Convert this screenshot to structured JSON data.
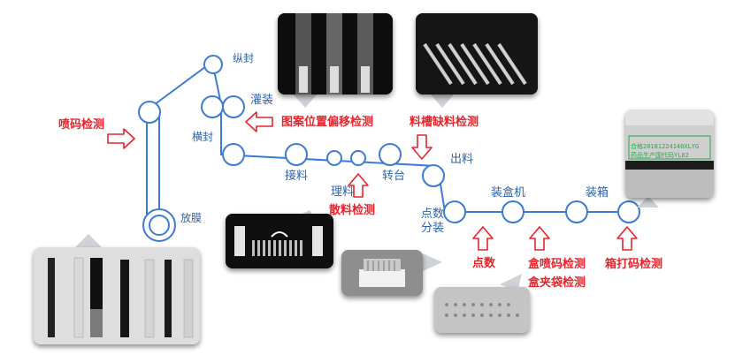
{
  "colors": {
    "line": "#3d7bd4",
    "inspection_text": "#e8232a",
    "station_text": "#2c62a8",
    "arrow_fill": "#ffffff",
    "arrow_stroke": "#e8232a"
  },
  "stations": {
    "zongfeng": "纵封",
    "guanzhuang": "灌装",
    "hengfeng": "横封",
    "fangmo": "放膜",
    "jieliao": "接料",
    "liliao": "理料",
    "zhuantai": "转台",
    "chuliao": "出料",
    "dianshu_fenzhuang_1": "点数",
    "dianshu_fenzhuang_2": "分装",
    "zhuanghe": "装盒机",
    "zhuangxiang": "装箱"
  },
  "inspections": {
    "penma": "喷码检测",
    "tuan_weizhi": "图案位置偏移检测",
    "liaocao": "料槽缺料检测",
    "sanliao": "散料检测",
    "dianshu": "点数",
    "he_penma": "盒喷码检测",
    "he_jiadai": "盒夹袋检测",
    "xiang_dama": "箱打码检测"
  },
  "photo_text": {
    "carton_line1": "合格20181224140XLYG",
    "carton_line2": "药品生产国代码YL02"
  }
}
